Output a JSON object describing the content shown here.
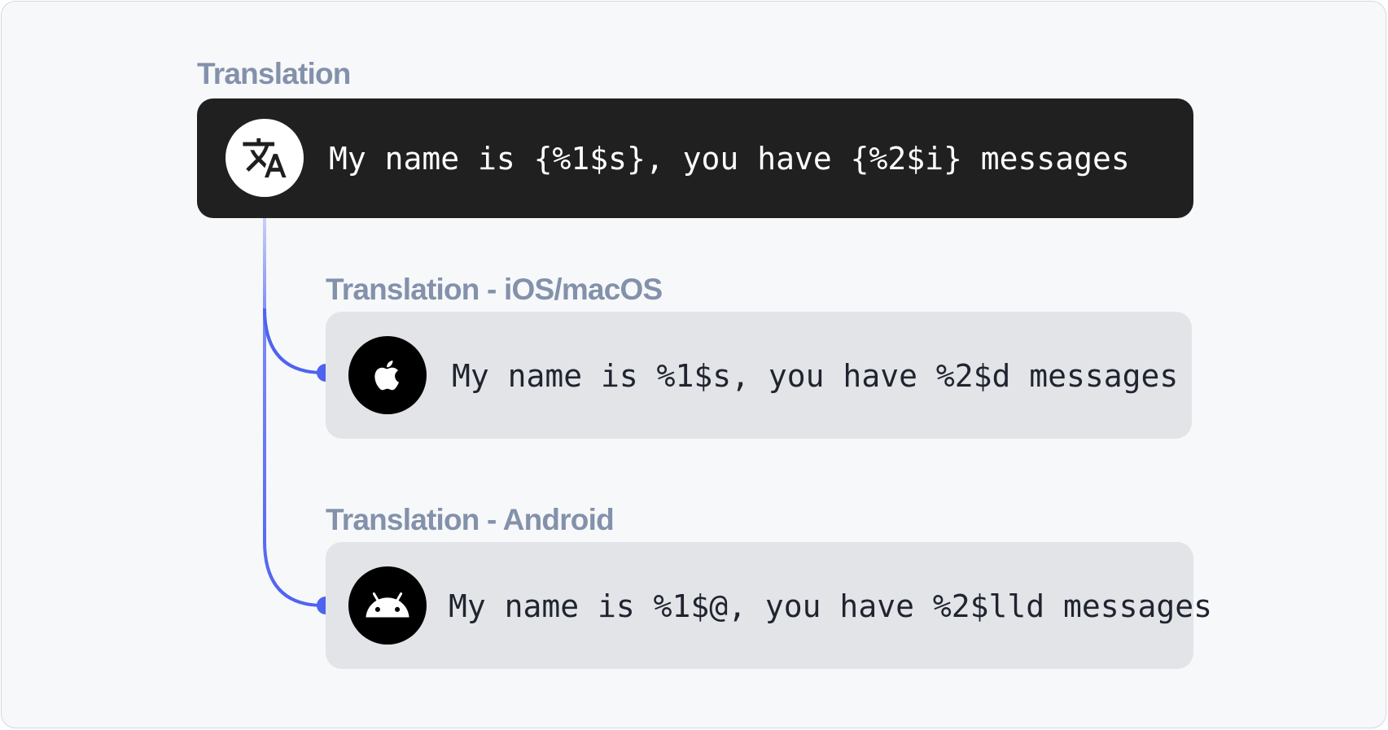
{
  "colors": {
    "background": "#f7f8fa",
    "label": "#8391ab",
    "main_card": "#202020",
    "sub_card": "#e3e4e7",
    "connector": "#4f63f0"
  },
  "main": {
    "label": "Translation",
    "icon": "translate-icon",
    "text": "My name is {%1$s}, you have {%2$i} messages"
  },
  "platforms": [
    {
      "label": "Translation - iOS/macOS",
      "icon": "apple-icon",
      "text": "My name is %1$s, you have %2$d messages"
    },
    {
      "label": "Translation - Android",
      "icon": "android-icon",
      "text": "My name is %1$@, you have %2$lld messages"
    }
  ]
}
